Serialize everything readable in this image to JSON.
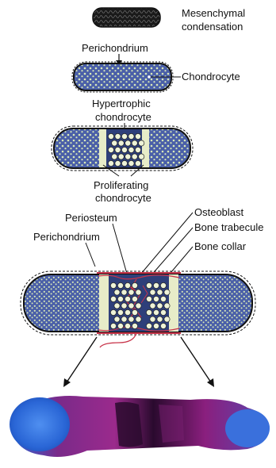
{
  "labels": {
    "mesenchymal_line1": "Mesenchymal",
    "mesenchymal_line2": "condensation",
    "perichondrium_top": "Perichondrium",
    "chondrocyte": "Chondrocyte",
    "hypertrophic_line1": "Hypertrophic",
    "hypertrophic_line2": "chondrocyte",
    "proliferating_line1": "Proliferating",
    "proliferating_line2": "chondrocyte",
    "periosteum": "Periosteum",
    "osteoblast": "Osteoblast",
    "bone_trabecule": "Bone trabecule",
    "bone_collar": "Bone collar",
    "perichondrium_bottom": "Perichondrium"
  },
  "colors": {
    "cartilage_blue": "#4a5fa8",
    "outline": "#111111",
    "cell_fill": "#d8e8b8",
    "hypertrophic_fill": "#eef3d8",
    "bone_red": "#c8344a",
    "stain_blue": "#2a66d6",
    "stain_magenta": "#8a1f7e",
    "stain_dark": "#2a0a2e"
  }
}
